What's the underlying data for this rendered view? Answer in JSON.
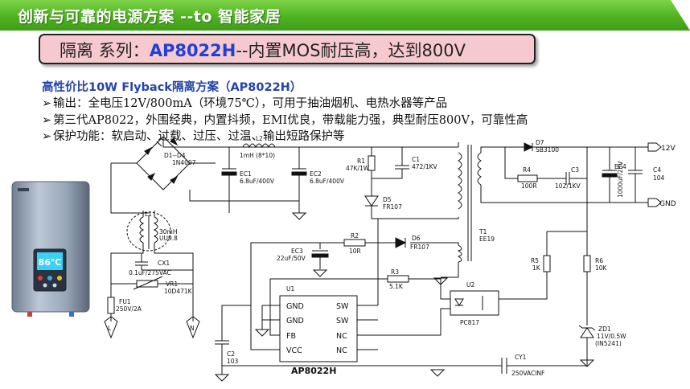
{
  "header": {
    "title": "创新与可靠的电源方案 --to 智能家居"
  },
  "banner": {
    "prefix": "隔离 系列：",
    "model": "AP8022H",
    "suffix": "--内置MOS耐压高，达到800V"
  },
  "content": {
    "subtitle": "高性价比10W Flyback隔离方案（AP8022H）",
    "bullets": [
      "输出：全电压12V/800mA（环境75℃），可用于抽油烟机、电热水器等产品",
      "第三代AP8022，外围经典，内置抖频，EMI优良，带载能力强，典型耐压800V，可靠性高",
      "保护功能：软启动、过载、过压、过温、输出短路保护等"
    ],
    "bullet_mark": "➢"
  },
  "product": {
    "display_text": "86℃"
  },
  "circuit": {
    "bridge": {
      "ref": "D1--D4",
      "part": "1N4007"
    },
    "inductor_L2": {
      "ref": "L2",
      "value": "1mH (8*10)"
    },
    "ec1": {
      "ref": "EC1",
      "value": "6.8uF/400V"
    },
    "ec2": {
      "ref": "EC2",
      "value": "6.8uF/400V"
    },
    "r1": {
      "ref": "R1",
      "value": "47K/1W"
    },
    "c1": {
      "ref": "C1",
      "value": "472/1KV"
    },
    "d5": {
      "ref": "D5",
      "part": "FR107"
    },
    "l1": {
      "ref": "L1",
      "value1": "30mH",
      "value2": "UU9.8"
    },
    "cx1": {
      "ref": "CX1",
      "value": "0.1uF/275VAC"
    },
    "vr1": {
      "ref": "VR1",
      "value": "10D471K"
    },
    "fu1": {
      "ref": "FU1",
      "value": "250V/2A"
    },
    "r2": {
      "ref": "R2",
      "value": "10R"
    },
    "d6": {
      "ref": "D6",
      "part": "FR107"
    },
    "ec3": {
      "ref": "EC3",
      "value": "22uF/50V"
    },
    "r3": {
      "ref": "R3",
      "value": "5.1K"
    },
    "u1": {
      "ref": "U1",
      "chip": "AP8022H",
      "pins_left": [
        "GND",
        "GND",
        "FB",
        "VCC"
      ],
      "pins_right": [
        "SW",
        "SW",
        "NC",
        "NC"
      ]
    },
    "c2": {
      "ref": "C2",
      "value": "103"
    },
    "t1": {
      "ref": "T1",
      "part": "EE19"
    },
    "d7": {
      "ref": "D7",
      "part": "SB3100"
    },
    "r4": {
      "ref": "R4",
      "value": "100R"
    },
    "c3": {
      "ref": "C3",
      "value": "102/1KV"
    },
    "ec4": {
      "ref": "EC4",
      "value": "1000uF/25V"
    },
    "c4": {
      "ref": "C4",
      "value": "104"
    },
    "out_12v": "12V",
    "out_gnd": "GND",
    "r5": {
      "ref": "R5",
      "value": "1K"
    },
    "r6": {
      "ref": "R6",
      "value": "10K"
    },
    "u2": {
      "ref": "U2",
      "part": "PC817"
    },
    "zd1": {
      "ref": "ZD1",
      "value1": "11V/0.5W",
      "value2": "(IN5241)"
    },
    "cy1": {
      "ref": "CY1",
      "value": "250VACINF"
    },
    "ac_l": "L",
    "ac_n": "N"
  }
}
